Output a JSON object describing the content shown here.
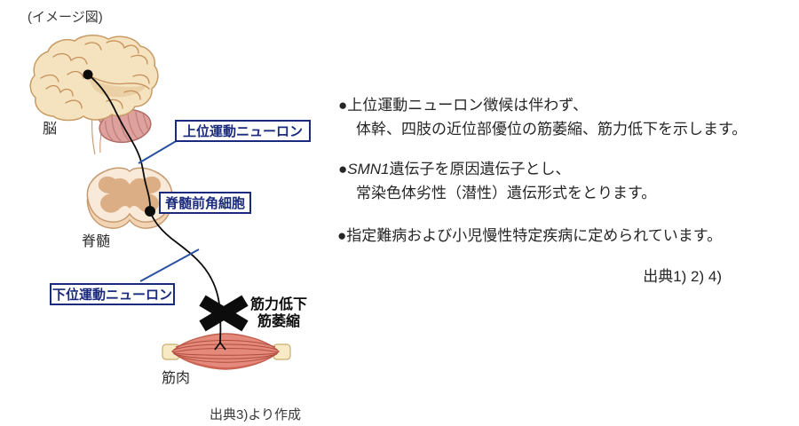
{
  "note_label": "(イメージ図)",
  "colors": {
    "navy": "#1a2a7c",
    "connector_blue": "#2a52a2",
    "text_dark": "#262626",
    "caption_gray": "#3a3a3a",
    "black": "#0c0c0c",
    "brain_fill": "#f5e2bf",
    "cerebellum_fill": "#dfa19d",
    "cord_fill": "#f9e9d8",
    "cord_gray_matter": "#dcae85",
    "muscle_fill": "#e4897b",
    "tendon_fill": "#f7eac5"
  },
  "diagram": {
    "brain_label": "脳",
    "spinal_label": "脊髄",
    "muscle_label": "筋肉",
    "upper_motor_neuron_label": "上位運動ニューロン",
    "anterior_horn_label": "脊髄前角細胞",
    "lower_motor_neuron_label": "下位運動ニューロン",
    "x_caption_line1": "筋力低下",
    "x_caption_line2": "筋萎縮",
    "source_note": "出典3)より作成"
  },
  "bullets": [
    {
      "marker": "●",
      "line1": "上位運動ニューロン徴候は伴わず、",
      "line2": "体幹、四肢の近位部優位の筋萎縮、筋力低下を示します。"
    },
    {
      "marker": "●",
      "italic": "SMN1",
      "line1": "遺伝子を原因遺伝子とし、",
      "line2": "常染色体劣性（潜性）遺伝形式をとります。"
    },
    {
      "marker": "●",
      "line1": "指定難病および小児慢性特定疾病に定められています。"
    }
  ],
  "sources_ref": "出典1) 2) 4)"
}
